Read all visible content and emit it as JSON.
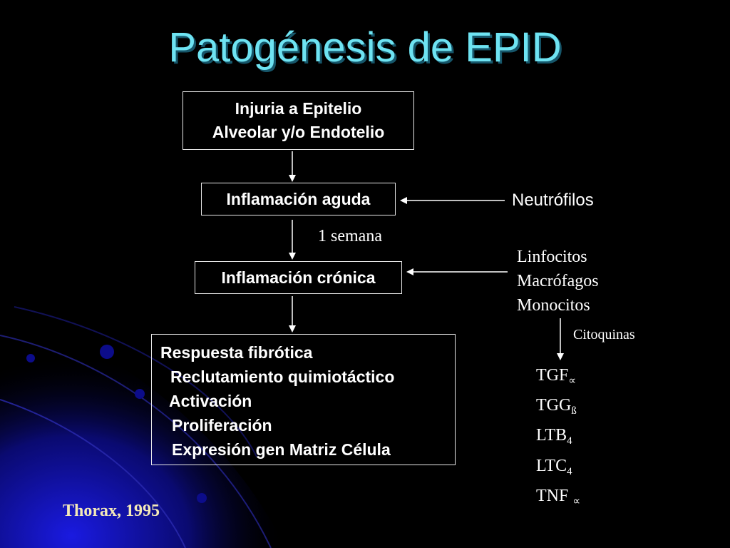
{
  "title": "Patogénesis de EPID",
  "boxes": {
    "injuria": [
      "Injuria a Epitelio",
      "Alveolar y/o Endotelio"
    ],
    "aguda": "Inflamación aguda",
    "cronica": "Inflamación crónica",
    "fibrotica": {
      "heading": "Respuesta fibrótica",
      "items": [
        "Reclutamiento quimiotáctico",
        "Activación",
        "Proliferación",
        "Expresión gen Matriz Célula"
      ]
    }
  },
  "labels": {
    "semana": "1 semana",
    "neutrofilos": "Neutrófilos",
    "cells": [
      "Linfocitos",
      "Macrófagos",
      "Monocitos"
    ],
    "citoquinas": "Citoquinas"
  },
  "mediators": [
    {
      "base": "TGF",
      "sub": "∝"
    },
    {
      "base": "TGG",
      "sub": "ß"
    },
    {
      "base": "LTB",
      "sub": "4"
    },
    {
      "base": "LTC",
      "sub": "4"
    },
    {
      "base": "TNF ",
      "sub": "∝"
    }
  ],
  "citation": "Thorax, 1995",
  "colors": {
    "title": "#6ee3f2",
    "background": "#000000",
    "accent": "#1a1adf"
  }
}
